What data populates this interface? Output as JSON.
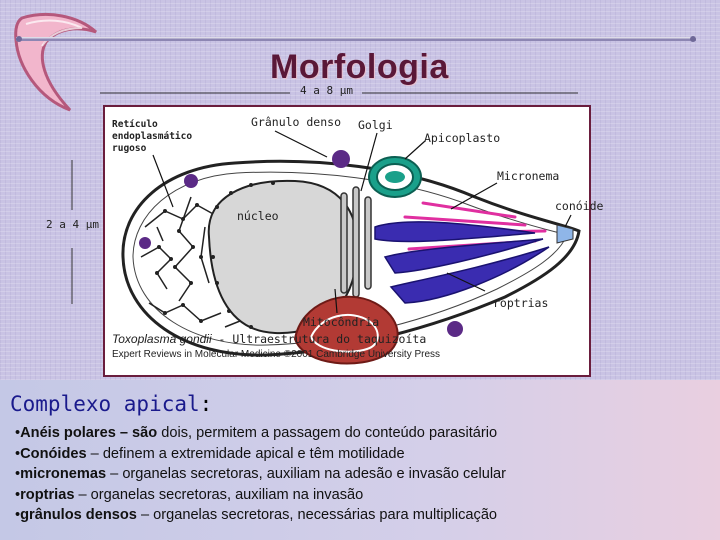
{
  "slide": {
    "title": "Morfologia",
    "colors": {
      "title": "#5a1838",
      "heading": "#1a1a8c",
      "figure_border": "#6a1d3d"
    }
  },
  "figure": {
    "scale_horizontal": "4 a 8 μm",
    "scale_vertical": "2 a 4 μm",
    "labels": {
      "reticulo": [
        "Retículo",
        "endoplasmático",
        "rugoso"
      ],
      "granulo": "Grânulo denso",
      "golgi": "Golgi",
      "apicoplasto": "Apicoplasto",
      "micronema": "Micronema",
      "conoide": "conóide",
      "nucleo": "núcleo",
      "roptrias": "roptrias",
      "mitocondria": "Mitocôndria"
    },
    "caption_species": "Toxoplasma gondii",
    "caption_rest": " - Ultraestrutura do taquizoíta",
    "credit_1": "Expert Reviews in Molecular Medicine ©2001 Cambridge University Press"
  },
  "section": {
    "heading": "Complexo apical",
    "colon": ":"
  },
  "bullets": [
    {
      "term": "Anéis polares – são",
      "text": " dois, permitem a passagem do conteúdo parasitário"
    },
    {
      "term": "Conóides",
      "text": " – definem a extremidade apical e têm motilidade"
    },
    {
      "term": "micronemas",
      "text": " – organelas secretoras, auxiliam na adesão e invasão celular"
    },
    {
      "term": "roptrias",
      "text": " – organelas secretoras, auxiliam na invasão"
    },
    {
      "term": "grânulos densos",
      "text": " – organelas secretoras, necessárias para multiplicação"
    }
  ]
}
